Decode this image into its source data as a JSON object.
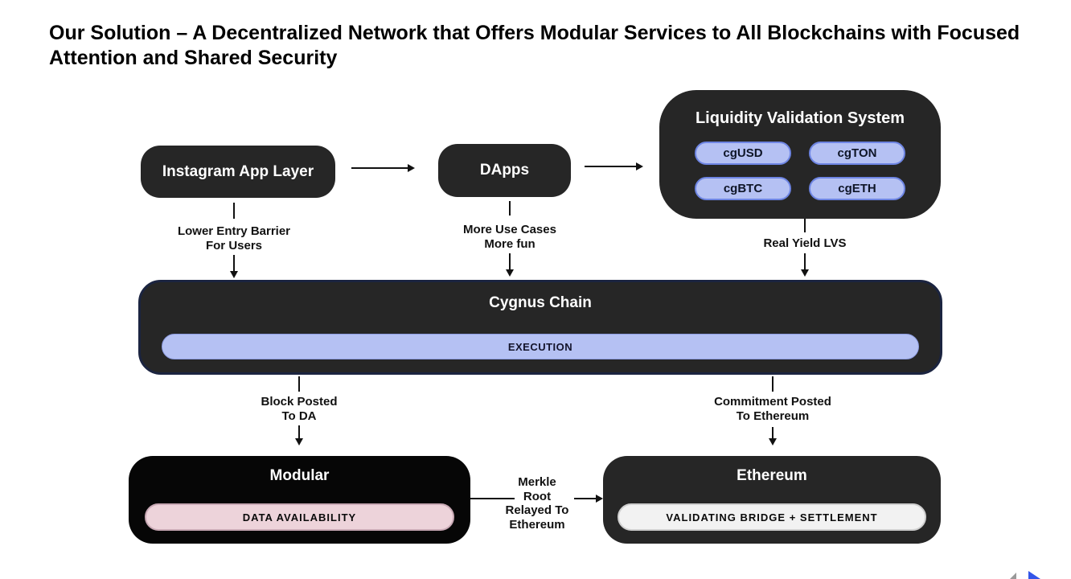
{
  "title": "Our Solution – A Decentralized Network that Offers Modular Services to All Blockchains with Focused Attention and Shared Security",
  "nodes": {
    "instagram": {
      "label": "Instagram App Layer"
    },
    "dapps": {
      "label": "DApps"
    },
    "lvs": {
      "title": "Liquidity Validation System",
      "pills": [
        "cgUSD",
        "cgTON",
        "cgBTC",
        "cgETH"
      ]
    },
    "cygnus": {
      "title": "Cygnus Chain",
      "pill": "EXECUTION"
    },
    "modular": {
      "title": "Modular",
      "pill": "DATA AVAILABILITY"
    },
    "ethereum": {
      "title": "Ethereum",
      "pill": "VALIDATING BRIDGE + SETTLEMENT"
    }
  },
  "edge_labels": {
    "instagram_to_cygnus": "Lower Entry Barrier\nFor Users",
    "dapps_to_cygnus": "More Use Cases\nMore fun",
    "lvs_to_cygnus": "Real Yield LVS",
    "cygnus_to_modular": "Block Posted\nTo DA",
    "cygnus_to_ethereum": "Commitment Posted\nTo Ethereum",
    "modular_to_ethereum": "Merkle\nRoot\nRelayed To\nEthereum"
  },
  "icons": {
    "nav_previous": "nav-previous-triangle",
    "nav_next": "nav-next-triangle"
  },
  "colors": {
    "node_dark": "#262626",
    "node_black": "#060606",
    "pill_blue": "#b5c1f3",
    "pill_blue_border": "#6e85e3",
    "pill_pink": "#edd3da",
    "pill_pink_border": "#c9a9b5",
    "pill_light": "#f2f2f2",
    "pill_light_border": "#cfcfcf",
    "cygnus_border": "#1b2440",
    "arrow": "#111111",
    "nav_next_blue": "#3355e8",
    "nav_prev_gray": "#999999"
  }
}
